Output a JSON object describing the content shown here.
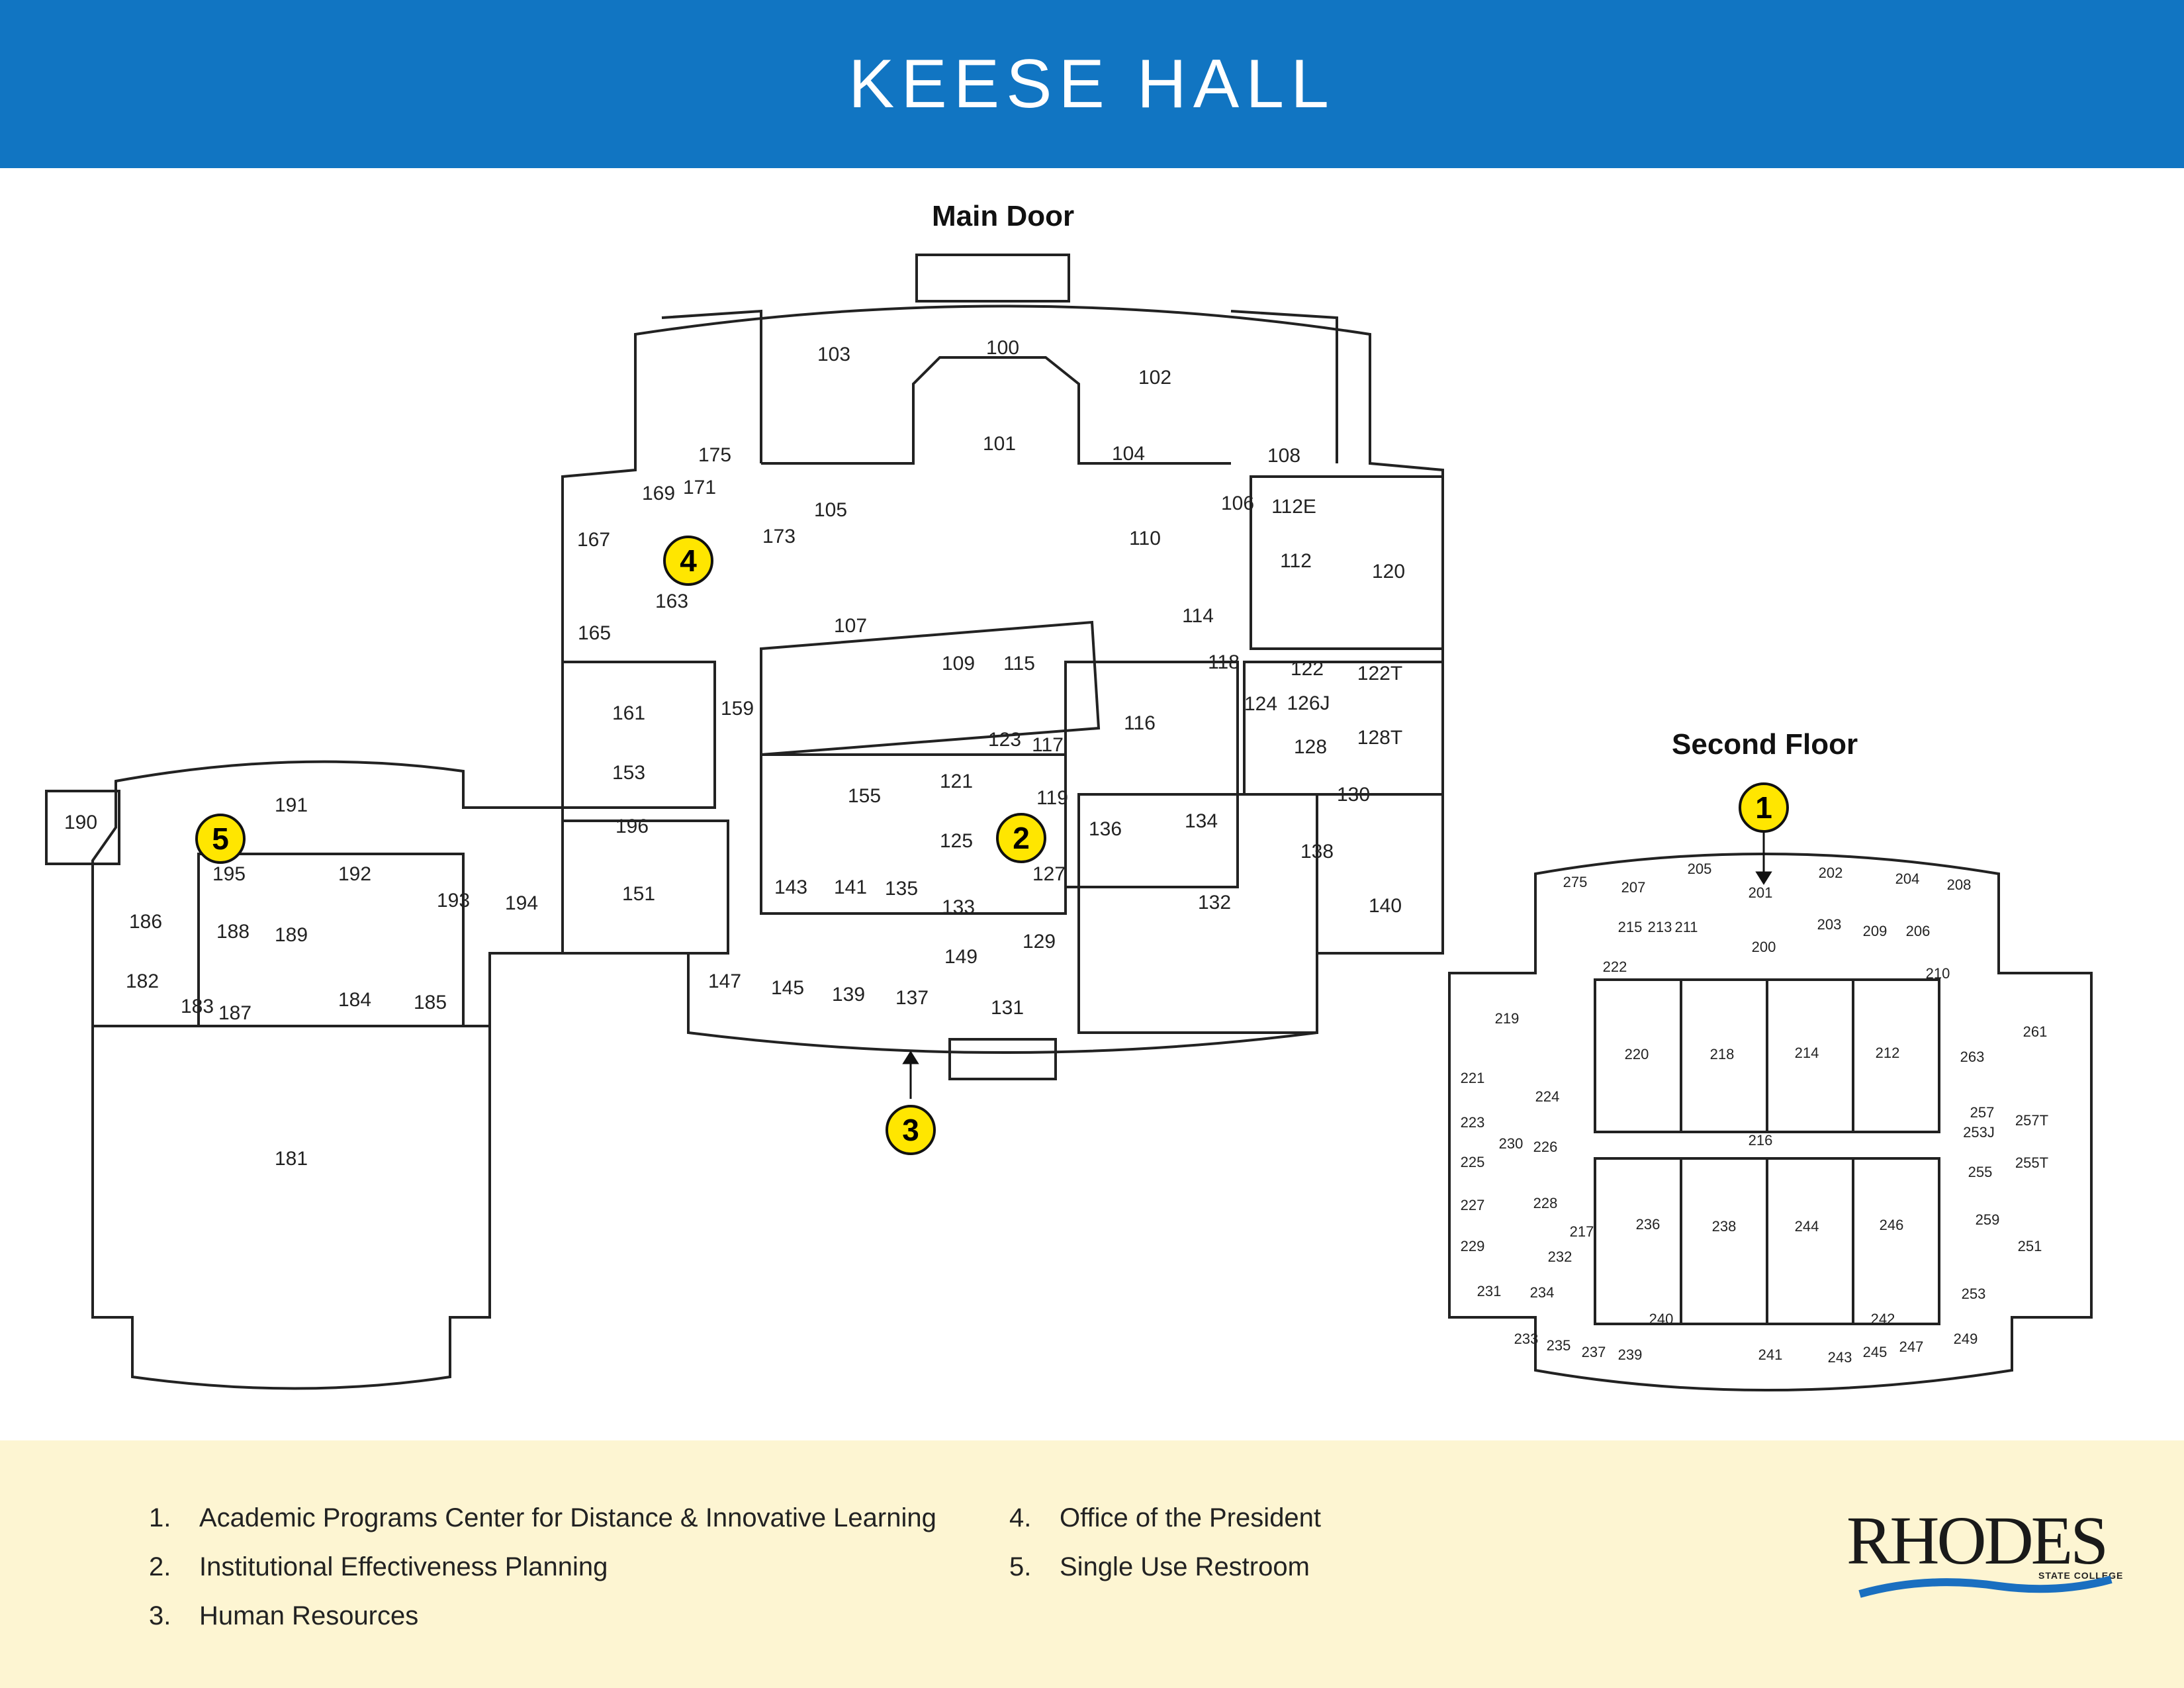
{
  "header": {
    "title": "KEESE HALL"
  },
  "labels": {
    "main_door": "Main Door",
    "second_floor": "Second Floor"
  },
  "markers": [
    {
      "num": "1"
    },
    {
      "num": "2"
    },
    {
      "num": "3"
    },
    {
      "num": "4"
    },
    {
      "num": "5"
    }
  ],
  "first_floor_rooms": [
    "100",
    "101",
    "102",
    "103",
    "104",
    "105",
    "106",
    "107",
    "108",
    "109",
    "110",
    "112",
    "112E",
    "114",
    "115",
    "116",
    "117",
    "118",
    "119",
    "120",
    "121",
    "122",
    "122T",
    "123",
    "124",
    "125",
    "126J",
    "127",
    "128",
    "128T",
    "129",
    "130",
    "131",
    "132",
    "133",
    "134",
    "135",
    "136",
    "137",
    "138",
    "139",
    "140",
    "141",
    "143",
    "145",
    "147",
    "149",
    "151",
    "153",
    "155",
    "159",
    "161",
    "163",
    "165",
    "167",
    "169",
    "171",
    "173",
    "175",
    "181",
    "182",
    "183",
    "184",
    "185",
    "186",
    "187",
    "188",
    "189",
    "190",
    "191",
    "192",
    "193",
    "194",
    "195",
    "196"
  ],
  "second_floor_rooms": [
    "200",
    "201",
    "202",
    "203",
    "204",
    "205",
    "206",
    "207",
    "208",
    "209",
    "210",
    "211",
    "212",
    "213",
    "214",
    "215",
    "216",
    "217",
    "218",
    "219",
    "220",
    "221",
    "222",
    "223",
    "224",
    "225",
    "226",
    "227",
    "228",
    "229",
    "230",
    "231",
    "232",
    "233",
    "234",
    "235",
    "236",
    "237",
    "238",
    "239",
    "240",
    "241",
    "242",
    "243",
    "244",
    "245",
    "246",
    "247",
    "249",
    "251",
    "253",
    "253J",
    "255",
    "255T",
    "257",
    "257T",
    "259",
    "261",
    "263",
    "275"
  ],
  "legend": [
    {
      "num": "1.",
      "text": "Academic Programs Center for Distance & Innovative Learning"
    },
    {
      "num": "2.",
      "text": "Institutional Effectiveness Planning"
    },
    {
      "num": "3.",
      "text": "Human Resources"
    },
    {
      "num": "4.",
      "text": "Office of the President"
    },
    {
      "num": "5.",
      "text": "Single Use Restroom"
    }
  ],
  "logo": {
    "text": "RHODES",
    "subtitle": "STATE COLLEGE"
  },
  "colors": {
    "header": "#1175c2",
    "legend_bg": "#fdf5d2",
    "marker": "#ffe600",
    "logo_wave": "#1a6fc0"
  }
}
